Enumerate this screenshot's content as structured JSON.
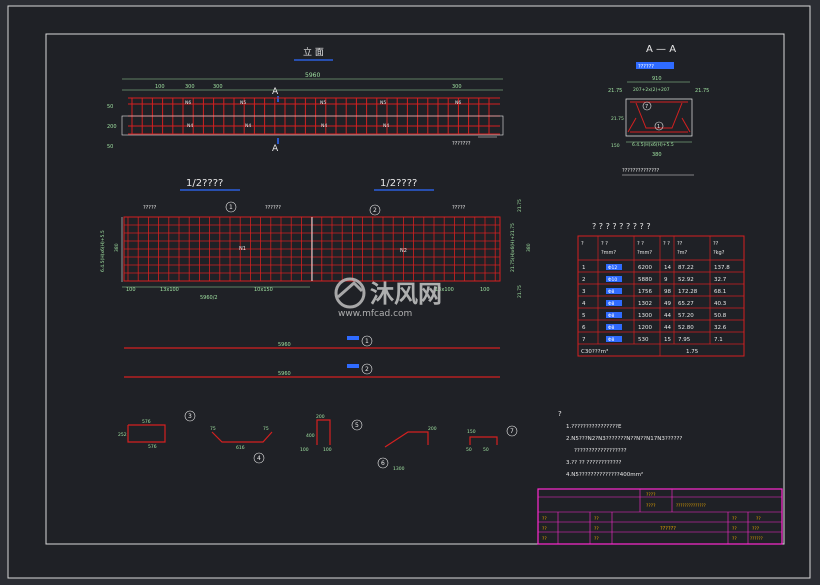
{
  "elevation": {
    "title": "立 面",
    "total_length": "5960",
    "dims_top": [
      "100",
      "300",
      "300",
      "300"
    ],
    "bar_labels_top": [
      "N6",
      "N5",
      "N5",
      "N5",
      "N6"
    ],
    "bar_labels_mid": [
      "N4",
      "N4",
      "N4",
      "N4"
    ],
    "section_marks": [
      "A",
      "A"
    ],
    "left_dims": [
      "50",
      "200",
      "50"
    ],
    "note": "???????"
  },
  "section": {
    "title": "A — A",
    "subtitle": "??????",
    "dims_top": [
      "910",
      "21.75",
      "207+2x(2)+207",
      "21.75"
    ],
    "dims_bottom": [
      "6.4.5(H)x6(H)+5.5",
      "380"
    ],
    "left_dims": [
      "21.75",
      "150"
    ],
    "caption": "??????????????",
    "markers": [
      "7",
      "1"
    ]
  },
  "plan": {
    "left_title": "1/2????",
    "right_title": "1/2????",
    "notes": [
      "?????",
      "??????",
      "?????"
    ],
    "dims_left": [
      "100",
      "13x100",
      "10x150"
    ],
    "dims_right": [
      "13x100",
      "100"
    ],
    "total": "5960/2",
    "left_vert": [
      "6.4.5(H)x6(H)+5.5",
      "380"
    ],
    "right_vert": [
      "21.75",
      "21.75(H)x6(H)+21.75",
      "380",
      "21.75"
    ],
    "markers": [
      "1",
      "2"
    ],
    "bar_labels": [
      "N1",
      "N2"
    ]
  },
  "bars": [
    {
      "length": "5960",
      "tag": "1"
    },
    {
      "length": "5960",
      "tag": "2"
    }
  ],
  "bar_details": [
    {
      "tag": "3",
      "dims": [
        "576",
        "252",
        "576"
      ]
    },
    {
      "tag": "4",
      "dims": [
        "75",
        "616",
        "75"
      ]
    },
    {
      "tag": "5",
      "dims": [
        "200",
        "100",
        "100",
        "400"
      ]
    },
    {
      "tag": "6",
      "dims": [
        "200",
        "1300"
      ]
    },
    {
      "tag": "7",
      "dims": [
        "150",
        "50",
        "50"
      ]
    }
  ],
  "table": {
    "title": "? ? ? ? ? ? ? ? ?",
    "headers": [
      "?",
      "? ?\n?mm?",
      "? ?\n?mm?",
      "? ?",
      "??\n?m?",
      "??\n?kg?"
    ],
    "rows": [
      [
        "1",
        "Φ12",
        "6200",
        "14",
        "87.22",
        "137.8"
      ],
      [
        "2",
        "Φ10",
        "5880",
        "9",
        "52.92",
        "32.7"
      ],
      [
        "3",
        "Φ8",
        "1756",
        "98",
        "172.28",
        "68.1"
      ],
      [
        "4",
        "Φ8",
        "1302",
        "49",
        "65.27",
        "40.3"
      ],
      [
        "5",
        "Φ8",
        "1300",
        "44",
        "57.20",
        "50.8"
      ],
      [
        "6",
        "Φ8",
        "1200",
        "44",
        "52.80",
        "32.6"
      ],
      [
        "7",
        "Φ8",
        "530",
        "15",
        "7.95",
        "7.1"
      ]
    ],
    "footer_label": "C30???m³",
    "footer_value": "1.75"
  },
  "notes": {
    "heading": "?",
    "lines": [
      "1.????????????????E",
      "2.N5???N2?N3???????N??N??N17N3??????",
      "??????????????????",
      "3.?? ?? ????????????",
      "4.N5??????????????400mm²"
    ]
  },
  "title_block": {
    "left_top": "????",
    "left_mid": "????",
    "center": "??????????????",
    "drawing_name": "??????",
    "rows_left": [
      "??",
      "??",
      "??"
    ],
    "rows_mid": [
      "??",
      "??",
      "??"
    ],
    "right_labels": [
      "??",
      "??",
      "??"
    ],
    "right_values": [
      "??",
      "???",
      "??????"
    ]
  },
  "watermark": {
    "brand": "沐风网",
    "url": "www.mfcad.com"
  },
  "colors": {
    "background": "#2b2d33",
    "drawing_bg": "#212329",
    "rebar": "#d42020",
    "line": "#e8e8e8",
    "dim": "#9fe0a0",
    "accent": "#2f6bff",
    "magenta": "#ff2bd1"
  }
}
